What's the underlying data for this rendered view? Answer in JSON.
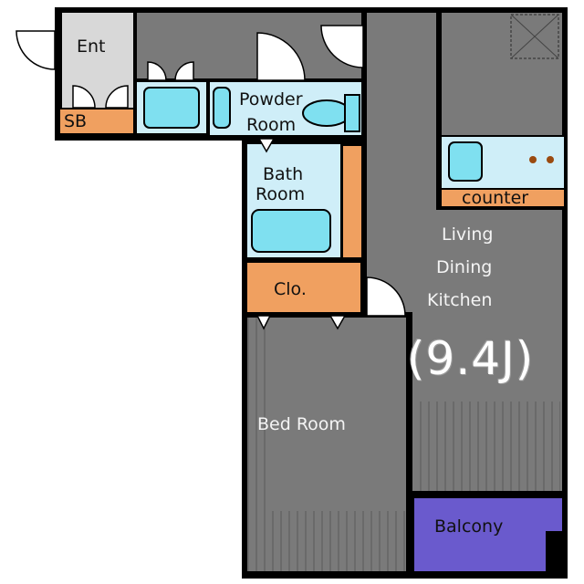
{
  "rooms": {
    "entrance": "Ent",
    "shoe_box": "SB",
    "powder_room": [
      "Powder",
      "Room"
    ],
    "bath_room": [
      "Bath",
      "Room"
    ],
    "closet": "Clo.",
    "counter": "counter",
    "ldk": [
      "Living",
      "Dining",
      "Kitchen"
    ],
    "ldk_size": "(9.4J)",
    "bed_room": "Bed Room",
    "balcony": "Balcony"
  },
  "colors": {
    "floor": "#7a7a7a",
    "wall": "#000000",
    "wet_area": "#cfeef8",
    "fixture": "#7fe0f0",
    "storage": "#f0a060",
    "balcony": "#6a5acd",
    "entrance": "#d8d8d8"
  }
}
